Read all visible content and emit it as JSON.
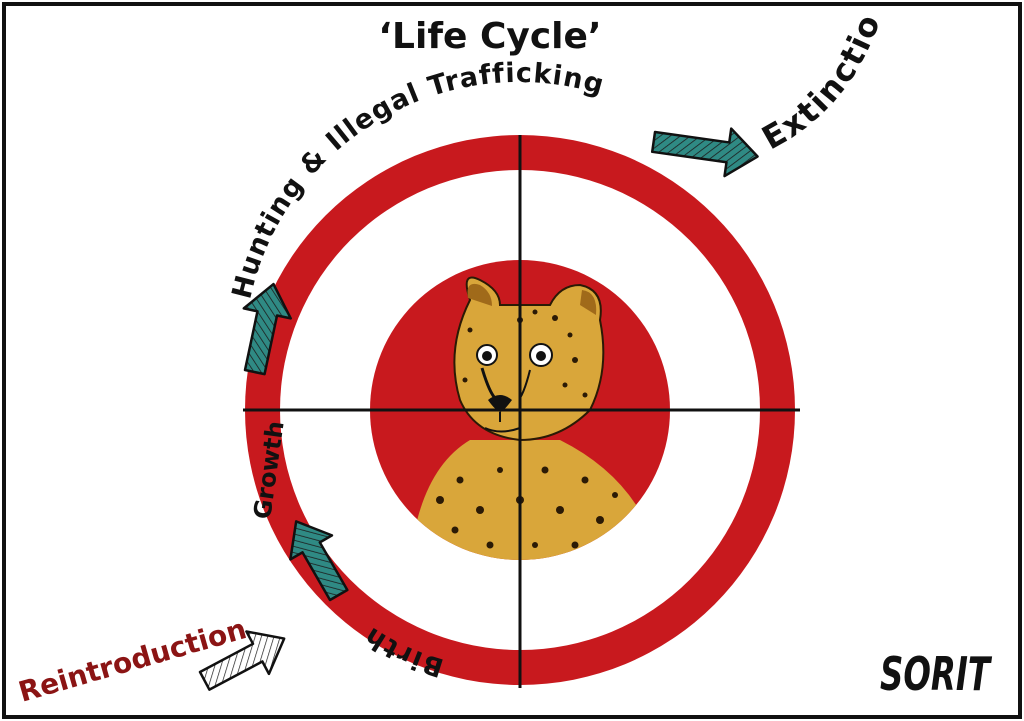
{
  "title": "‘Life Cycle’",
  "labels": {
    "hunting": "Hunting & Illegal Trafficking",
    "extinction": "Extinction",
    "growth": "Growth",
    "birth": "Birth",
    "reintroduction": "Reintroduction"
  },
  "signature": "SORIT",
  "colors": {
    "target_red": "#c8191e",
    "arrow_teal": "#2f8a84",
    "reintroduction_red": "#8b1414",
    "cheetah_fur": "#d9a63a"
  }
}
